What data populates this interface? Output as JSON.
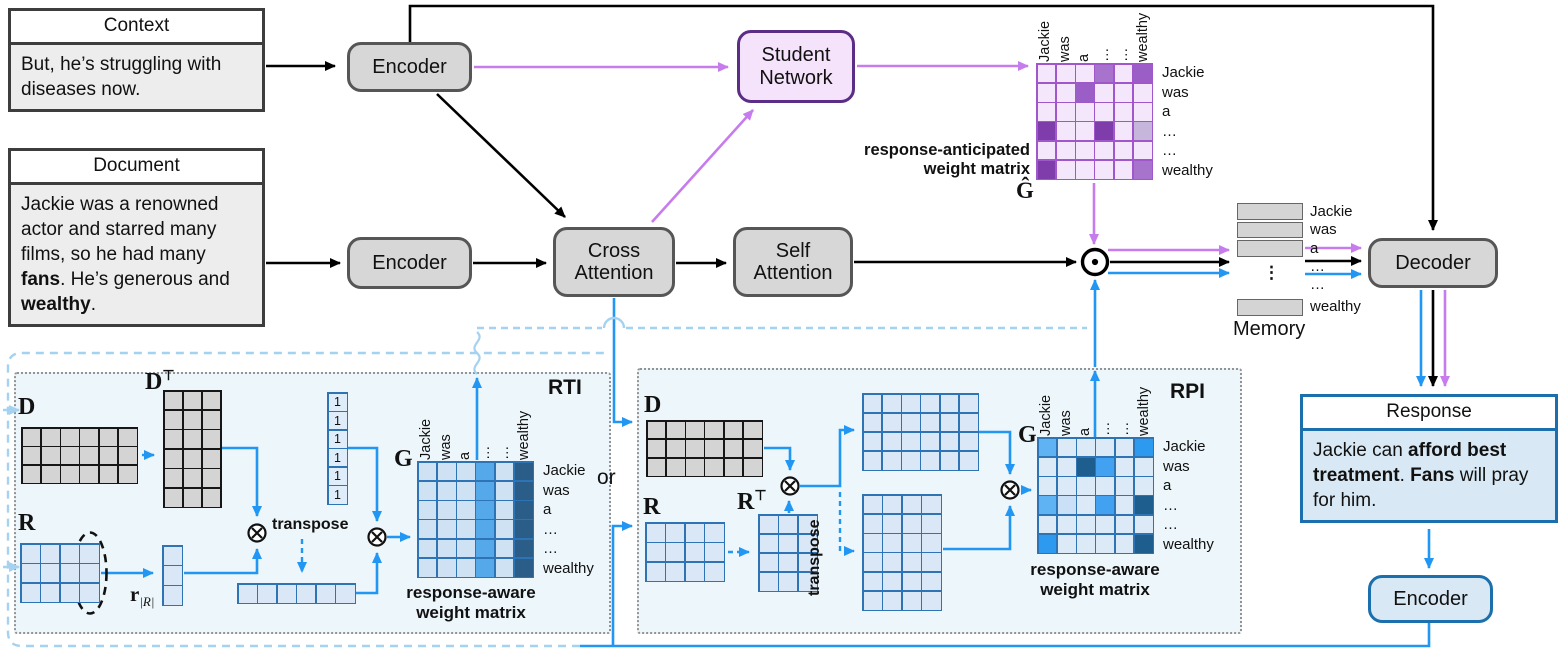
{
  "colors": {
    "accent_blue": "#2196f3",
    "dashed_blue": "#a4d2f0",
    "accent_purple": "#c77cee",
    "student_purple": "#5c2d87",
    "response_blue": "#1b6fad",
    "node_gray": "#d7d7d7"
  },
  "context": {
    "title": "Context",
    "seg1": "But, he’s struggling with diseases now."
  },
  "document": {
    "title": "Document",
    "seg1": "Jackie was a renowned actor and starred many films, so he had many ",
    "bold1": "fans",
    "seg2": ". He’s generous and ",
    "bold2": "wealthy",
    "seg3": "."
  },
  "response": {
    "title": "Response",
    "seg1": "Jackie can ",
    "bold1": "afford best treatment",
    "seg2": ". ",
    "bold2": "Fans",
    "seg3": " will pray for him."
  },
  "nodes": {
    "encoder_context": "Encoder",
    "encoder_document": "Encoder",
    "cross_attention": "Cross Attention",
    "self_attention": "Self Attention",
    "student_network": "Student Network",
    "decoder": "Decoder",
    "response_encoder": "Encoder",
    "memory": "Memory"
  },
  "labels": {
    "rti": "RTI",
    "rpi": "RPI",
    "or": "or",
    "transpose": "transpose",
    "g": "G",
    "g_hat": "Ĝ",
    "d": "D",
    "r": "R",
    "t_sup": "⊤",
    "r_vec_base": "r",
    "r_vec_sub": "|R|",
    "vdots": "⋮",
    "multiply_op": "⊗",
    "elementwise_op": "⊙"
  },
  "captions": {
    "anticipated1": "response-anticipated",
    "anticipated2": "weight matrix",
    "aware1": "response-aware",
    "aware2": "weight matrix"
  },
  "tokens": [
    "Jackie",
    "was",
    "a",
    "…",
    "…",
    "wealthy"
  ],
  "matrices": {
    "ghat": {
      "cols": 6,
      "rows": 6,
      "border": "#a157cc",
      "palette": {
        "0": "#f5e7fb",
        "1": "#a873cd",
        "2": "#7e3dab",
        "3": "#c7b6dc",
        "4": "#9a5ec6"
      },
      "cells": [
        "000104",
        "004000",
        "000000",
        "200203",
        "000000",
        "200001"
      ]
    },
    "g_rti": {
      "cols": 6,
      "rows": 6,
      "border": "#2e74b5",
      "palette": {
        "0": "#cfe2f4",
        "1": "#55a8ea",
        "2": "#2a5e88"
      },
      "cells": [
        "000102",
        "000102",
        "000102",
        "000102",
        "000102",
        "000102"
      ]
    },
    "g_rpi": {
      "cols": 6,
      "rows": 6,
      "border": "#2e74b5",
      "palette": {
        "0": "#dce9f6",
        "1": "#42a1f0",
        "2": "#1d5e8e",
        "3": "#5fb3f2",
        "4": "#c9e0f6",
        "5": "#2d9af0"
      },
      "cells": [
        "300005",
        "002100",
        "000000",
        "340102",
        "000000",
        "500002"
      ]
    },
    "d_rti": {
      "cols": 6,
      "rows": 3,
      "border": "#161616",
      "fill": "#d4d4d4"
    },
    "dt_rti": {
      "cols": 3,
      "rows": 6,
      "border": "#161616",
      "fill": "#d4d4d4"
    },
    "r_rti": {
      "cols": 4,
      "rows": 3,
      "border": "#2e74b5",
      "fill": "#d9e7f7"
    },
    "rvec_rti": {
      "cols": 1,
      "rows": 3,
      "border": "#2e74b5",
      "fill": "#d9e7f7"
    },
    "ones_rti": {
      "cols": 1,
      "rows": 6,
      "border": "#2e74b5",
      "fill": "#dfecf9",
      "cell_text": "1"
    },
    "rowvec_rti": {
      "cols": 6,
      "rows": 1,
      "border": "#2e74b5",
      "fill": "#d9e7f7"
    },
    "d_rpi": {
      "cols": 6,
      "rows": 3,
      "border": "#161616",
      "fill": "#d4d4d4"
    },
    "r_rpi": {
      "cols": 4,
      "rows": 3,
      "border": "#2e74b5",
      "fill": "#d9e7f7"
    },
    "rt_rpi": {
      "cols": 3,
      "rows": 4,
      "border": "#2e74b5",
      "fill": "#d9e7f7"
    },
    "upper_rpi": {
      "cols": 6,
      "rows": 4,
      "border": "#2e74b5",
      "fill": "#d9e7f7"
    },
    "lower_rpi": {
      "cols": 4,
      "rows": 6,
      "border": "#2e74b5",
      "fill": "#d9e7f7"
    }
  }
}
